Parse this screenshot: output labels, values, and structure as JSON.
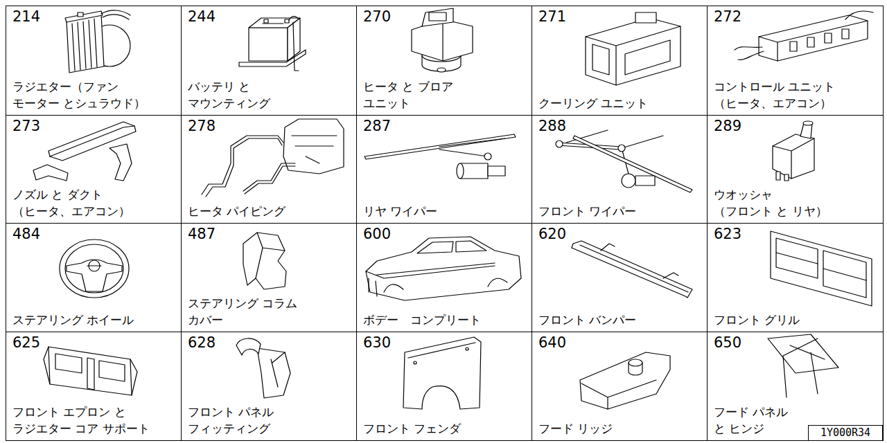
{
  "diagram": {
    "nodes": [
      {
        "text": [
          "214",
          "ラジエター（ファン モーター とシュラウド）"
        ]
      },
      {
        "text": [
          "244",
          "バッテリ と マウンティング"
        ]
      },
      {
        "text": [
          "270",
          "ヒータ と ブロア ユニット"
        ]
      },
      {
        "text": [
          "271",
          "クーリング ユニット"
        ]
      },
      {
        "text": [
          "272",
          "コントロール ユニット （ヒータ、エアコン）"
        ]
      },
      {
        "text": [
          "273",
          "ノズル と ダクト （ヒータ、エアコン）"
        ]
      },
      {
        "text": [
          "278",
          "ヒータ パイピング"
        ]
      },
      {
        "text": [
          "287",
          "リヤ ワイパー"
        ]
      },
      {
        "text": [
          "288",
          "フロント ワイパー"
        ]
      },
      {
        "text": [
          "289",
          "ウオッシャ （フロント と リヤ）"
        ]
      },
      {
        "text": [
          "484",
          "ステアリング ホイール"
        ]
      },
      {
        "text": [
          "487",
          "ステアリング コラム カバー"
        ]
      },
      {
        "text": [
          "600",
          "ボデー　コンプリート"
        ]
      },
      {
        "text": [
          "620",
          "フロント バンパー"
        ]
      },
      {
        "text": [
          "623",
          "フロント グリル"
        ]
      },
      {
        "text": [
          "625",
          "フロント エプロン と ラジエター コア サポート"
        ]
      },
      {
        "text": [
          "628",
          "フロント パネル フィッティング"
        ]
      },
      {
        "text": [
          "630",
          "フロント フェンダ"
        ]
      },
      {
        "text": [
          "640",
          "フード リッジ"
        ]
      },
      {
        "text": [
          "650",
          "フード パネル と ヒンジ"
        ]
      }
    ],
    "labels": [
      "1Y000R34"
    ]
  }
}
